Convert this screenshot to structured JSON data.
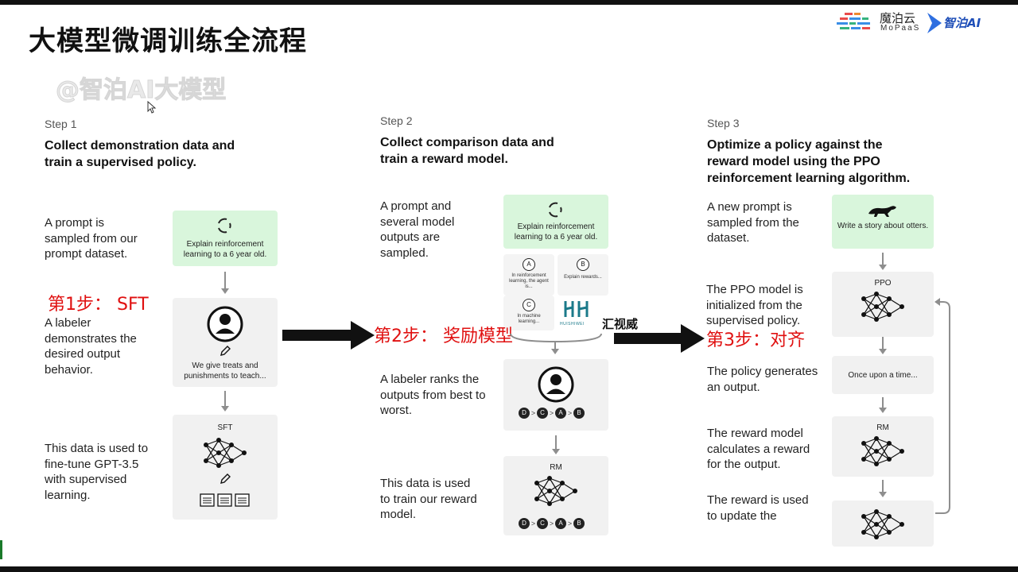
{
  "title": "大模型微调训练全流程",
  "watermark": "@智泊AI大模型",
  "logos": {
    "mopaas_cn": "魔泊云",
    "mopaas_en": "MoPaaS",
    "zhipo": "智泊AI"
  },
  "colors": {
    "red": "#e01010",
    "green_card": "#d9f6dc",
    "grey_card": "#f1f1f1",
    "arrow": "#111111"
  },
  "step1": {
    "label": "Step 1",
    "heading": "Collect demonstration data and train a supervised policy.",
    "desc1": "A prompt is sampled from our prompt dataset.",
    "prompt": "Explain reinforcement learning to a 6 year old.",
    "cn": "第1步： SFT",
    "desc2": "A labeler demonstrates the desired output behavior.",
    "demo": "We give treats and punishments to teach...",
    "model": "SFT",
    "desc3": "This data is used to fine-tune GPT-3.5 with supervised learning."
  },
  "step2": {
    "label": "Step 2",
    "heading": "Collect comparison data and train a reward model.",
    "desc1": "A prompt and several model outputs are sampled.",
    "prompt": "Explain reinforcement learning to a 6 year old.",
    "outputs": [
      {
        "id": "A",
        "text": "In reinforcement learning, the agent is..."
      },
      {
        "id": "B",
        "text": "Explain rewards..."
      },
      {
        "id": "C",
        "text": "In machine learning..."
      }
    ],
    "cn": "第2步： 奖励模型",
    "brand": "汇视威",
    "brand_small": "HUISHIWEI",
    "desc2": "A labeler ranks the outputs from best to worst.",
    "ranking": [
      "D",
      "C",
      "A",
      "B"
    ],
    "model": "RM",
    "desc3": "This data is used to train our reward model."
  },
  "step3": {
    "label": "Step 3",
    "heading": "Optimize a policy against the reward model using the PPO reinforcement learning algorithm.",
    "desc1": "A new prompt is sampled from the dataset.",
    "prompt": "Write a story about otters.",
    "cn": "第3步：对齐",
    "desc2": "The PPO model is initialized from the supervised policy.",
    "model_ppo": "PPO",
    "desc3": "The policy generates an output.",
    "output": "Once upon a time...",
    "desc4": "The reward model calculates a reward for the output.",
    "model_rm": "RM",
    "desc5": "The reward is used to update the"
  }
}
